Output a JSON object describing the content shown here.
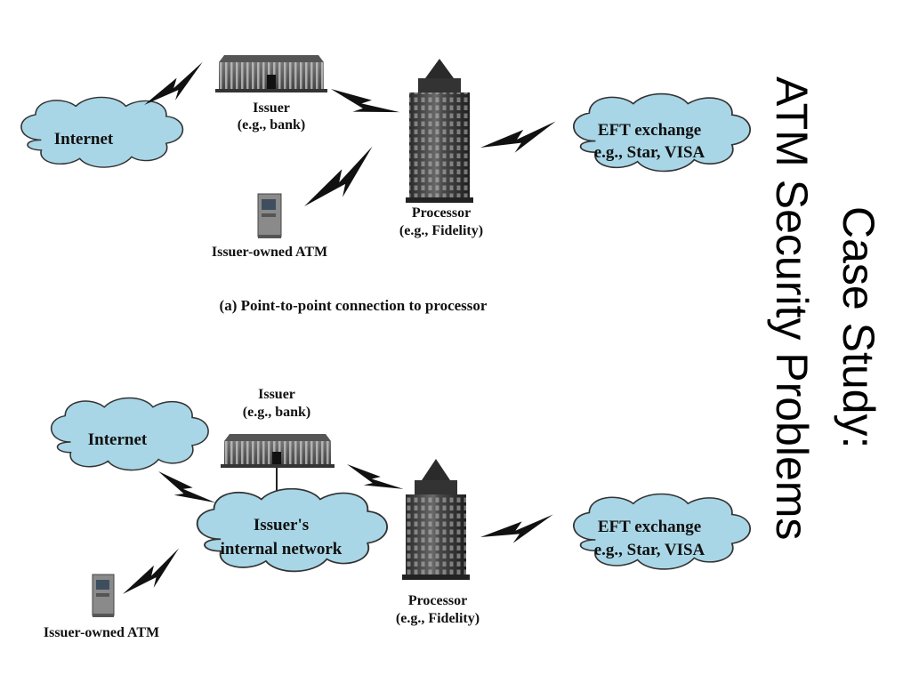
{
  "slide": {
    "title_line1": "Case Study:",
    "title_line2": "ATM Security Problems"
  },
  "diagram_a": {
    "caption": "(a) Point-to-point connection to processor",
    "internet": "Internet",
    "issuer_line1": "Issuer",
    "issuer_line2": "(e.g., bank)",
    "processor_line1": "Processor",
    "processor_line2": "(e.g., Fidelity)",
    "atm": "Issuer-owned ATM",
    "eft_line1": "EFT exchange",
    "eft_line2": "e.g., Star, VISA"
  },
  "diagram_b": {
    "internet": "Internet",
    "issuer_line1": "Issuer",
    "issuer_line2": "(e.g., bank)",
    "network_line1": "Issuer's",
    "network_line2": "internal network",
    "processor_line1": "Processor",
    "processor_line2": "(e.g., Fidelity)",
    "atm": "Issuer-owned ATM",
    "eft_line1": "EFT exchange",
    "eft_line2": "e.g., Star, VISA"
  },
  "colors": {
    "cloud_fill": "#a9d6e6",
    "cloud_stroke": "#333333",
    "building_dark": "#3a3a3a",
    "building_light": "#a0a0a0"
  }
}
